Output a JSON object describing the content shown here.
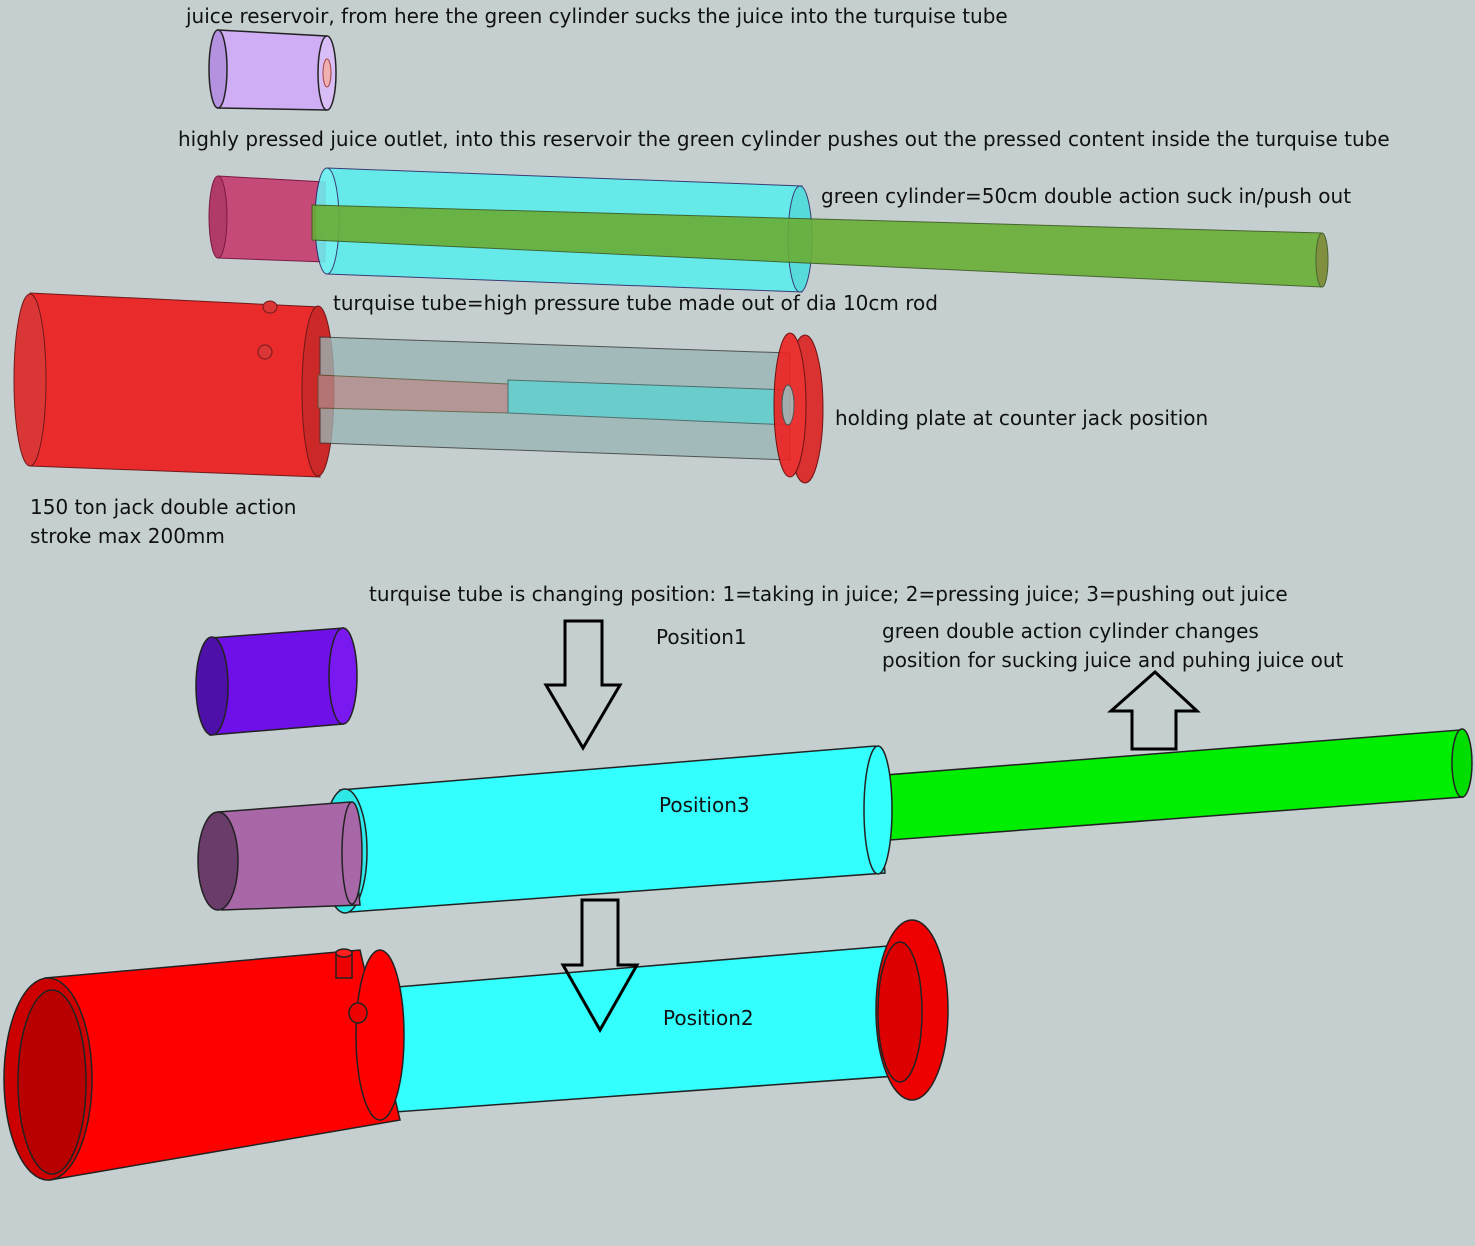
{
  "labels": {
    "juice_reservoir": "juice reservoir, from here the green cylinder sucks the juice into the turquise tube",
    "juice_outlet": "highly pressed juice outlet, into this reservoir the green cylinder pushes out the pressed content inside the turquise tube",
    "green_cylinder": "green cylinder=50cm double action suck in/push out",
    "turquise_tube": "turquise tube=high pressure tube made out of dia 10cm rod",
    "holding_plate": "holding plate at counter jack position",
    "jack_line1": "150 ton jack double action",
    "jack_line2": "stroke max 200mm",
    "tube_positions": "turquise tube is changing position: 1=taking in juice; 2=pressing juice; 3=pushing out juice",
    "position1": "Position1",
    "green_changes_line1": "green double action cylinder changes",
    "green_changes_line2": "position for sucking juice and puhing juice out",
    "position3": "Position3",
    "position2": "Position2"
  },
  "colors": {
    "background": "#c5cfcf",
    "turquoise": "#33ffff",
    "green": "#00ee00",
    "red": "#ff0000",
    "purple": "#6a10e0",
    "lavender": "#c9a8f0"
  }
}
